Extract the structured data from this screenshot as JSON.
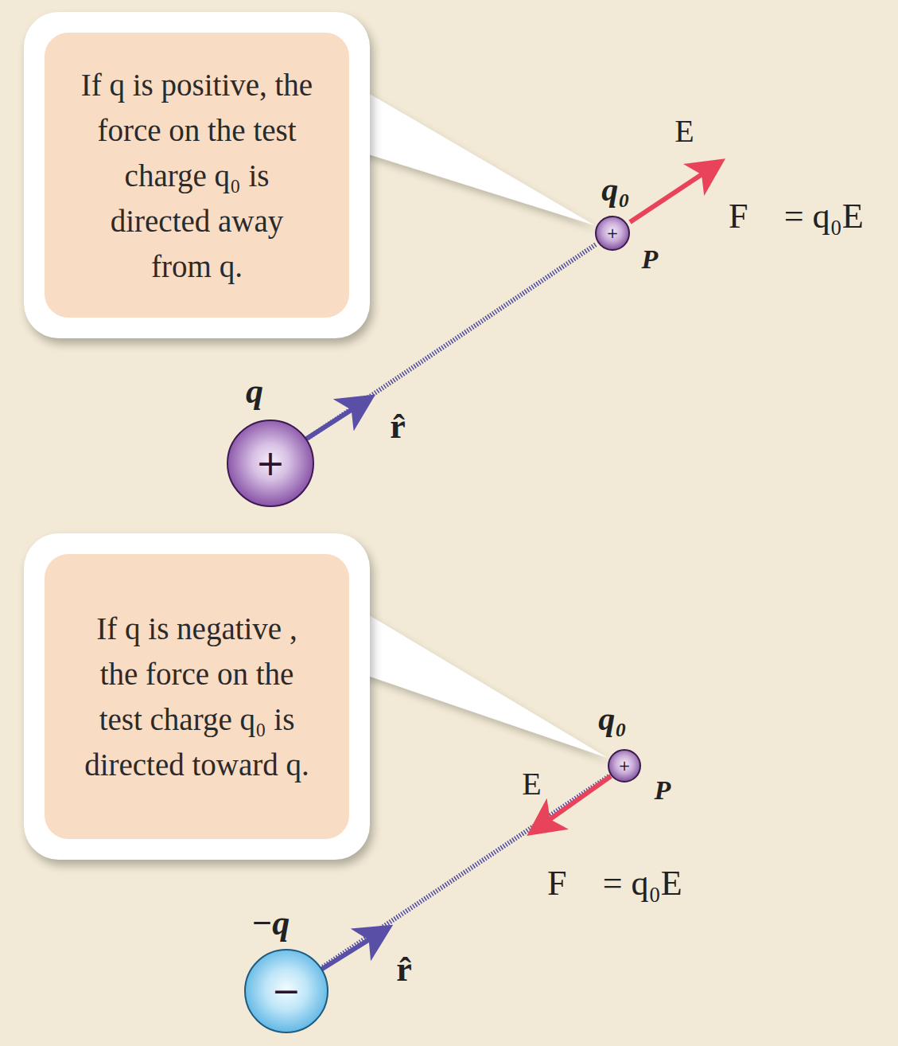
{
  "diagram": {
    "nodes": [
      {
        "text": [
          "If q is positive, the force on the test charge q₀ is directed away from q."
        ]
      },
      {
        "text": [
          "+"
        ]
      },
      {
        "text": [
          "+"
        ]
      },
      {
        "text": [
          "If q is negative , the force on the test charge q₀ is directed toward q."
        ]
      },
      {
        "text": [
          "+"
        ]
      },
      {
        "text": [
          "−"
        ]
      }
    ],
    "edges": [
      {
        "from": 0,
        "to": 1,
        "arrow": "none"
      },
      {
        "from": 2,
        "to": 1,
        "arrow": "none"
      },
      {
        "from": 3,
        "to": 4,
        "arrow": "none"
      },
      {
        "from": 5,
        "to": 4,
        "arrow": "none"
      }
    ],
    "labels": [
      "E⃗",
      "q₀",
      "F⃗ = q₀E⃗",
      "P",
      "q",
      "r̂",
      "q₀",
      "E⃗",
      "P",
      "F⃗ = q₀E⃗",
      "−q",
      "r̂"
    ]
  }
}
